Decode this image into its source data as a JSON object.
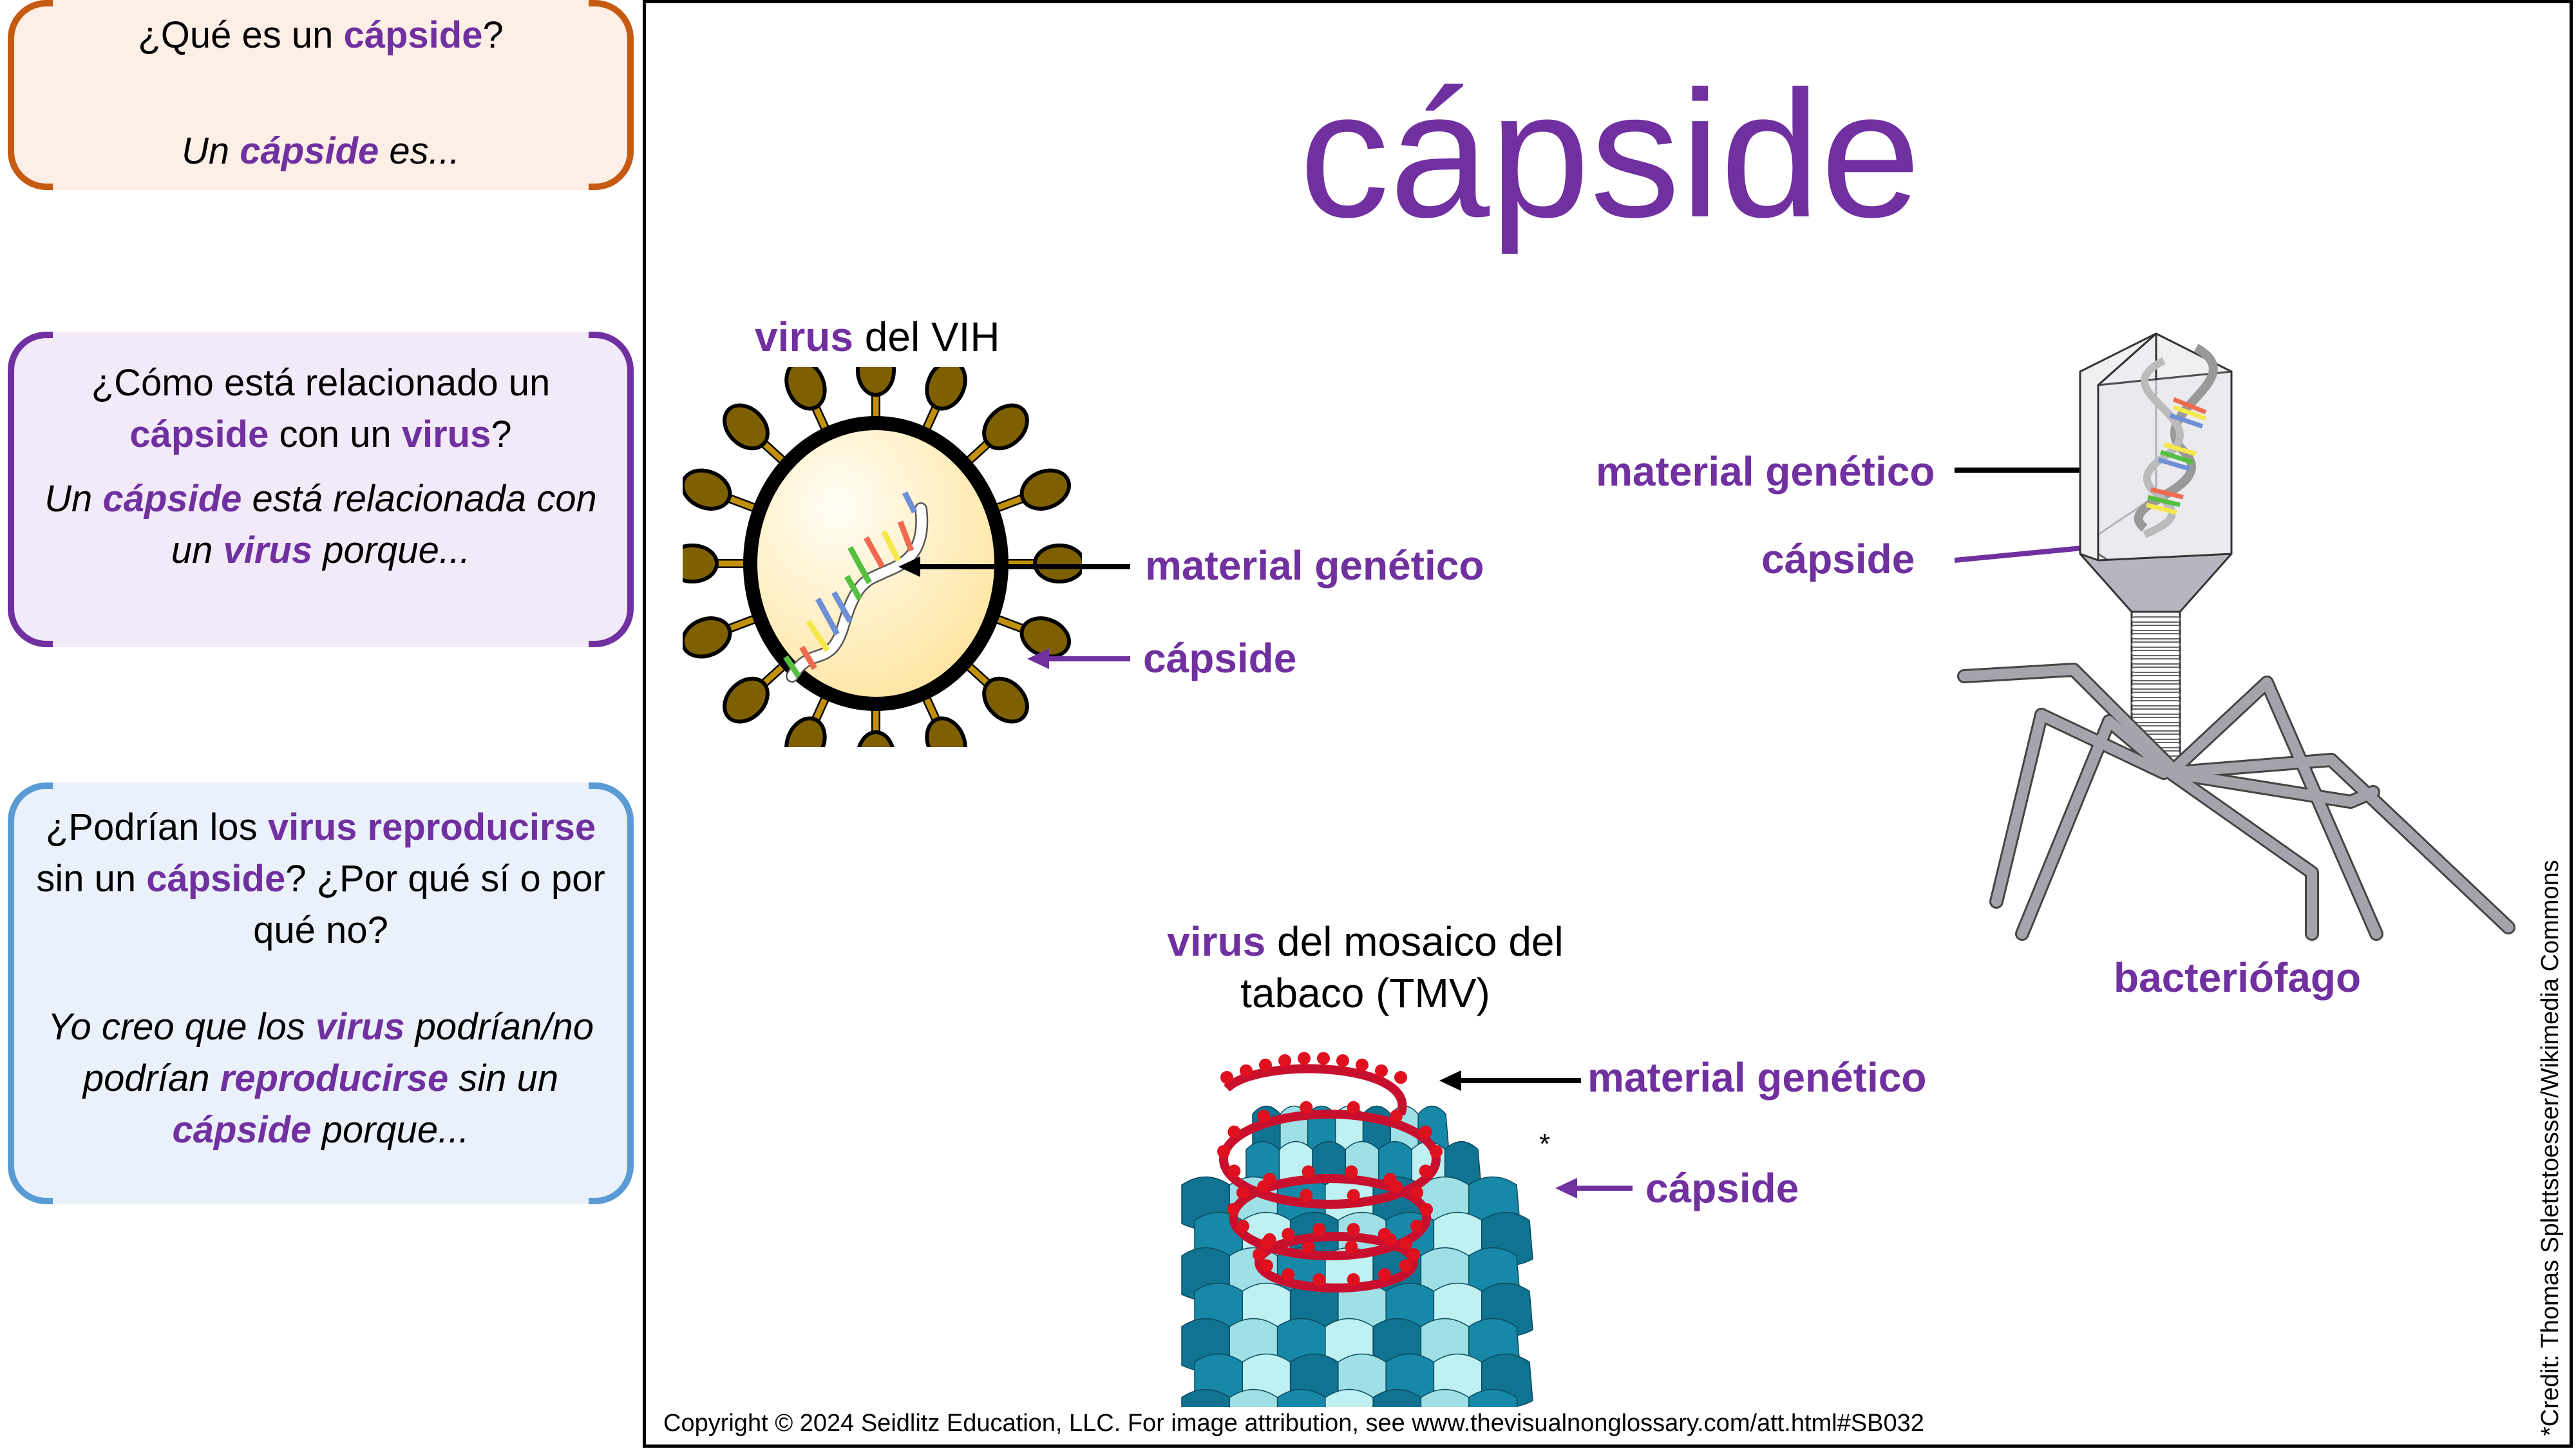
{
  "cards": [
    {
      "question": [
        "¿Qué es un ",
        "cápside",
        "?"
      ],
      "answer": [
        "Un ",
        "cápside",
        " es..."
      ]
    },
    {
      "question": [
        "¿Cómo está relacionado un ",
        "cápside",
        " con un ",
        "virus",
        "?"
      ],
      "answer": [
        "Un ",
        "cápside",
        " está relacionada con un ",
        "virus",
        " porque..."
      ]
    },
    {
      "question": [
        "¿Podrían los ",
        "virus reproducirse",
        " sin un ",
        "cápside",
        "? ¿Por qué sí o por qué no?"
      ],
      "answer": [
        "Yo creo que los ",
        "virus",
        " podrían/no podrían ",
        "reproducirse",
        " sin un ",
        "cápside",
        " porque..."
      ]
    }
  ],
  "title": "cápside",
  "hiv": {
    "caption_highlight": "virus",
    "caption_rest": " del VIH",
    "label_genetic": "material genético",
    "label_capsid": "cápside"
  },
  "phage": {
    "label_genetic": "material genético",
    "label_capsid": "cápside",
    "caption": "bacteriófago"
  },
  "tmv": {
    "caption_highlight": "virus",
    "caption_rest": " del mosaico del tabaco (TMV)",
    "label_genetic": "material genético",
    "label_capsid": "cápside",
    "asterisk": "*"
  },
  "footer": {
    "copyright": "Copyright © 2024 Seidlitz Education, LLC.  For image attribution, see www.thevisualnonglossary.com/att.html#SB032",
    "credit": "*Credit: Thomas Splettstoesser/Wikimedia Commons"
  },
  "colors": {
    "accent": "#7030a0",
    "card1_border": "#c55a11",
    "card2_border": "#7030a0",
    "card3_border": "#5b9bd5"
  }
}
